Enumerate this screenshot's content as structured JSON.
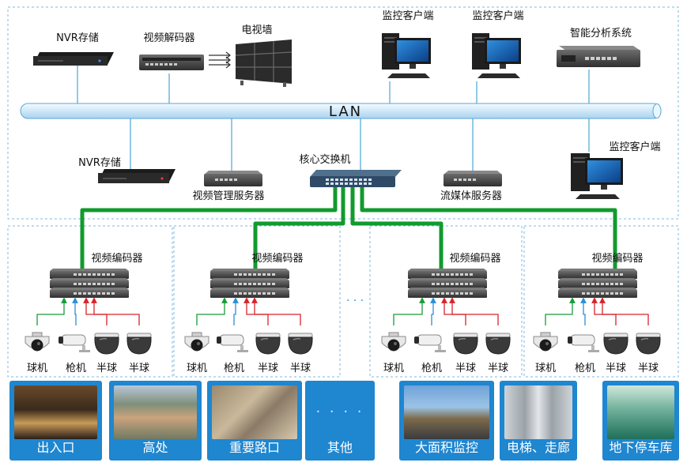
{
  "top_devices": {
    "nvr1": "NVR存储",
    "decoder": "视频解码器",
    "tvwall": "电视墙",
    "client1": "监控客户端",
    "client2": "监控客户端",
    "analysis": "智能分析系统"
  },
  "lan_label": "LAN",
  "mid_devices": {
    "nvr2": "NVR存储",
    "vms": "视频管理服务器",
    "core_switch": "核心交换机",
    "stream": "流媒体服务器",
    "client3": "监控客户端"
  },
  "encoder_zones": [
    {
      "encoder": "视频编码器",
      "cameras": [
        "球机",
        "枪机",
        "半球",
        "半球"
      ]
    },
    {
      "encoder": "视频编码器",
      "cameras": [
        "球机",
        "枪机",
        "半球",
        "半球"
      ]
    },
    {
      "encoder": "视频编码器",
      "cameras": [
        "球机",
        "枪机",
        "半球",
        "半球"
      ]
    },
    {
      "encoder": "视频编码器",
      "cameras": [
        "球机",
        "枪机",
        "半球",
        "半球"
      ]
    }
  ],
  "ellipsis": "· · ·",
  "scenes": [
    {
      "label": "出入口",
      "icon": "entrance-photo"
    },
    {
      "label": "高处",
      "icon": "city-aerial-photo"
    },
    {
      "label": "重要路口",
      "icon": "intersection-photo"
    },
    {
      "label": "其他",
      "icon": "placeholder-dots",
      "placeholder": "· · · · · · ·"
    },
    {
      "label": "大面积监控",
      "icon": "skyline-photo"
    },
    {
      "label": "电梯、走廊",
      "icon": "elevator-photo"
    },
    {
      "label": "地下停车库",
      "icon": "parking-garage-photo"
    }
  ],
  "colors": {
    "lan_pipe": "#d9ecf8",
    "uplink": "#129a2e",
    "thin_line": "#4aa6d6",
    "arrow_green": "#1a9a3a",
    "arrow_blue": "#2b8fd6",
    "arrow_red": "#d8232a",
    "tile": "#1f86d0"
  }
}
